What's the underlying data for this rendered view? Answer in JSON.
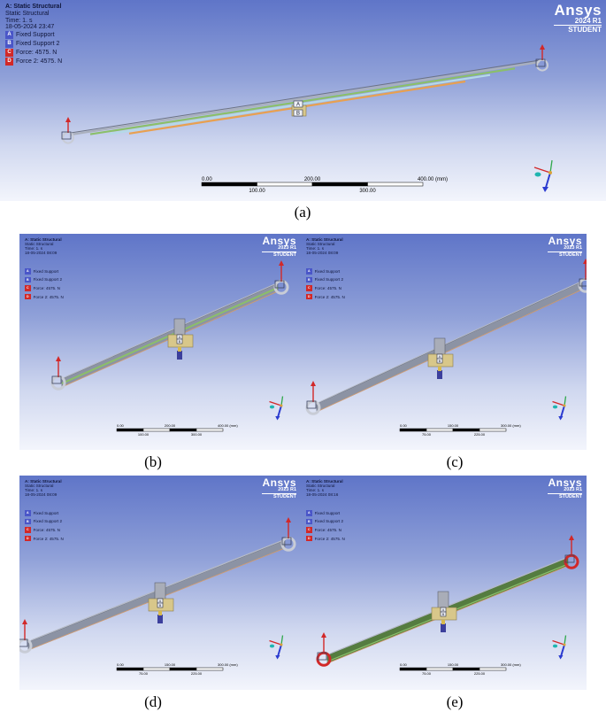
{
  "colors": {
    "fixed_support": "#4a56c8",
    "force": "#d22828",
    "leaf_green": "#8bbf6a",
    "leaf_orange": "#e8a050",
    "beam_gray": "#8c93a4",
    "clamp_yellow": "#d8c78a"
  },
  "panels": [
    {
      "caption": "(a)",
      "header": {
        "title": "A: Static Structural",
        "type": "Static Structural",
        "time": "Time: 1. s",
        "date": "18-05-2024 23:47"
      },
      "legend": [
        {
          "key": "A",
          "label": "Fixed Support",
          "kind": "fixed"
        },
        {
          "key": "B",
          "label": "Fixed Support 2",
          "kind": "fixed"
        },
        {
          "key": "C",
          "label": "Force: 4575. N",
          "kind": "force"
        },
        {
          "key": "D",
          "label": "Force 2: 4575. N",
          "kind": "force"
        }
      ],
      "logo": {
        "brand": "Ansys",
        "version": "2024 R1",
        "edition": "STUDENT"
      },
      "scale_bar": {
        "top": [
          "0.00",
          "200.00",
          "400.00 (mm)"
        ],
        "bottom": [
          "100.00",
          "300.00"
        ]
      },
      "markers": [
        "A",
        "B"
      ]
    },
    {
      "caption": "(b)",
      "header": {
        "title": "A: Static Structural",
        "type": "Static Structural",
        "time": "Time: 1. s",
        "date": "18-05-2024 08:09"
      },
      "legend": [
        {
          "key": "A",
          "label": "Fixed Support",
          "kind": "fixed"
        },
        {
          "key": "B",
          "label": "Fixed Support 2",
          "kind": "fixed"
        },
        {
          "key": "C",
          "label": "Force: 4575. N",
          "kind": "force"
        },
        {
          "key": "D",
          "label": "Force 2: 4575. N",
          "kind": "force"
        }
      ],
      "logo": {
        "brand": "Ansys",
        "version": "2023 R1",
        "edition": "STUDENT"
      },
      "scale_bar": {
        "top": [
          "0.00",
          "200.00",
          "400.00 (mm)"
        ],
        "bottom": [
          "100.00",
          "300.00"
        ]
      },
      "markers": [
        "A",
        "B"
      ]
    },
    {
      "caption": "(c)",
      "header": {
        "title": "A: Static Structural",
        "type": "Static Structural",
        "time": "Time: 1. s",
        "date": "18-05-2024 08:09"
      },
      "legend": [
        {
          "key": "A",
          "label": "Fixed Support",
          "kind": "fixed"
        },
        {
          "key": "B",
          "label": "Fixed Support 2",
          "kind": "fixed"
        },
        {
          "key": "C",
          "label": "Force: 4575. N",
          "kind": "force"
        },
        {
          "key": "D",
          "label": "Force 2: 4575. N",
          "kind": "force"
        }
      ],
      "logo": {
        "brand": "Ansys",
        "version": "2023 R1",
        "edition": "STUDENT"
      },
      "scale_bar": {
        "top": [
          "0.00",
          "150.00",
          "300.00 (mm)"
        ],
        "bottom": [
          "75.00",
          "225.00"
        ]
      },
      "markers": [
        "A",
        "B"
      ]
    },
    {
      "caption": "(d)",
      "header": {
        "title": "A: Static Structural",
        "type": "Static Structural",
        "time": "Time: 1. s",
        "date": "18-05-2024 08:09"
      },
      "legend": [
        {
          "key": "A",
          "label": "Fixed Support",
          "kind": "fixed"
        },
        {
          "key": "B",
          "label": "Fixed Support 2",
          "kind": "fixed"
        },
        {
          "key": "C",
          "label": "Force: 4575. N",
          "kind": "force"
        },
        {
          "key": "D",
          "label": "Force 2: 4575. N",
          "kind": "force"
        }
      ],
      "logo": {
        "brand": "Ansys",
        "version": "2023 R1",
        "edition": "STUDENT"
      },
      "scale_bar": {
        "top": [
          "0.00",
          "150.00",
          "300.00 (mm)"
        ],
        "bottom": [
          "75.00",
          "225.00"
        ]
      },
      "markers": [
        "A",
        "B"
      ]
    },
    {
      "caption": "(e)",
      "header": {
        "title": "A: Static Structural",
        "type": "Static Structural",
        "time": "Time: 1. s",
        "date": "18-05-2024 08:16"
      },
      "legend": [
        {
          "key": "A",
          "label": "Fixed Support",
          "kind": "fixed"
        },
        {
          "key": "B",
          "label": "Fixed Support 2",
          "kind": "fixed"
        },
        {
          "key": "C",
          "label": "Force: 4575. N",
          "kind": "force"
        },
        {
          "key": "D",
          "label": "Force 2: 4575. N",
          "kind": "force"
        }
      ],
      "logo": {
        "brand": "Ansys",
        "version": "2023 R1",
        "edition": "STUDENT"
      },
      "scale_bar": {
        "top": [
          "0.00",
          "150.00",
          "300.00 (mm)"
        ],
        "bottom": [
          "75.00",
          "225.00"
        ]
      },
      "markers": [
        "A",
        "B"
      ]
    }
  ]
}
